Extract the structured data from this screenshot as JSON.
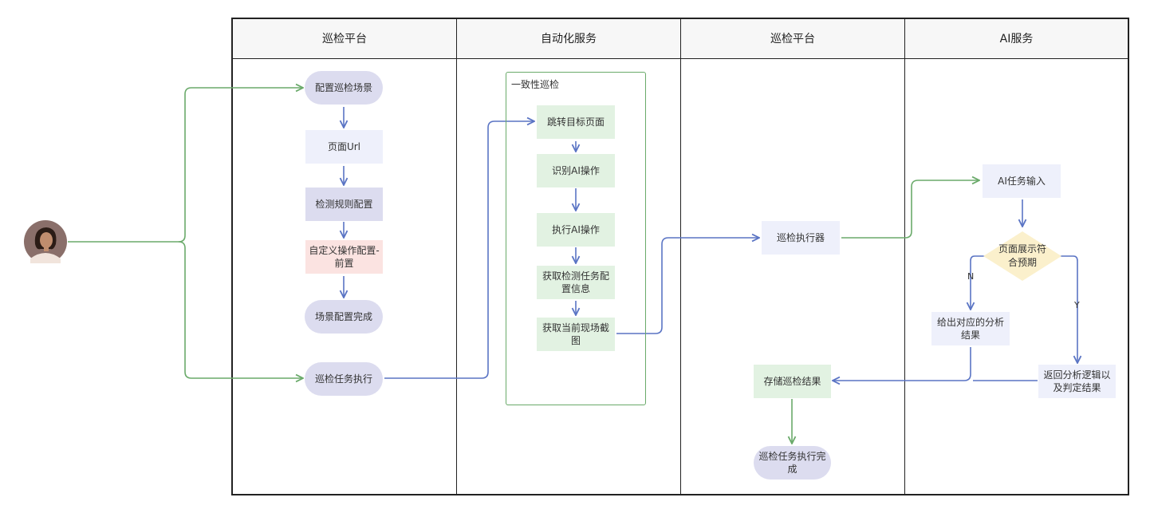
{
  "lanes": [
    "巡检平台",
    "自动化服务",
    "巡检平台",
    "AI服务"
  ],
  "platform": {
    "config_scene": "配置巡检场景",
    "page_url": "页面Url",
    "detect_rules": "检测规则配置",
    "custom_ops": "自定义操作配置-前置",
    "scene_done": "场景配置完成",
    "task_exec": "巡检任务执行"
  },
  "automation": {
    "group_title": "一致性巡检",
    "jump_page": "跳转目标页面",
    "identify_ai": "识别AI操作",
    "exec_ai": "执行AI操作",
    "get_config": "获取检测任务配置信息",
    "screenshot": "获取当前现场截图"
  },
  "platform2": {
    "executor": "巡检执行器",
    "store_result": "存储巡检结果",
    "task_done": "巡检任务执行完成"
  },
  "ai": {
    "task_input": "AI任务输入",
    "decision": "页面展示符合预期",
    "give_result": "给出对应的分析结果",
    "return_result": "返回分析逻辑以及判定结果",
    "label_n": "N",
    "label_y": "Y"
  },
  "colors": {
    "green_line": "#6aaa6a",
    "blue_line": "#5a74c4",
    "decision_fill": "#fbf0cc"
  },
  "icons": {
    "user_avatar": "person-avatar-icon"
  }
}
